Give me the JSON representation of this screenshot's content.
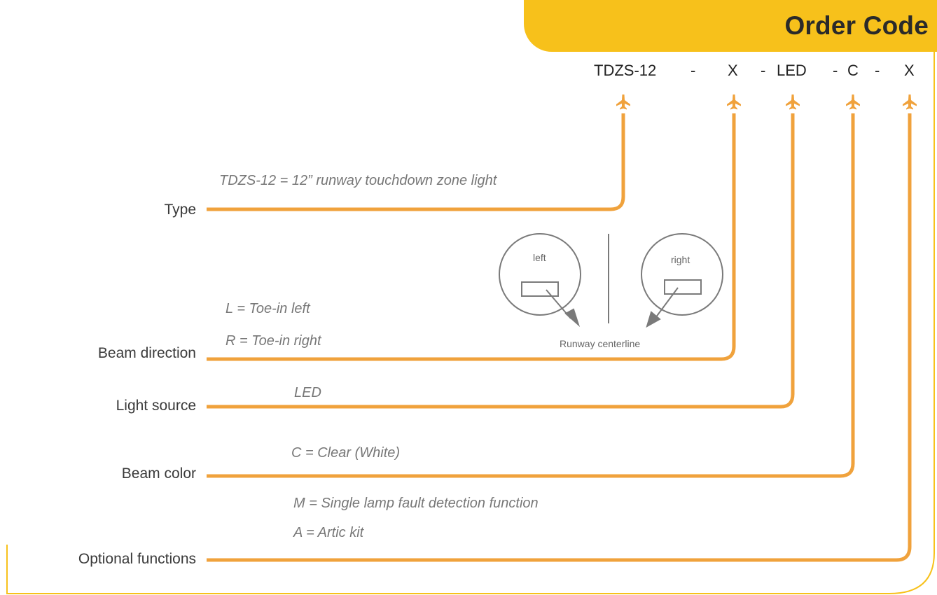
{
  "colors": {
    "accent": "#f0a23c",
    "header": "#f7c11b",
    "diagram_gray": "#7a7a7a"
  },
  "header": {
    "title": "Order Code"
  },
  "order_code": [
    {
      "text": "TDZS-12"
    },
    {
      "text": "-"
    },
    {
      "text": "X"
    },
    {
      "text": "-"
    },
    {
      "text": "LED"
    },
    {
      "text": "-"
    },
    {
      "text": "C"
    },
    {
      "text": "-"
    },
    {
      "text": "X"
    }
  ],
  "pointer_icon": "airplane-icon",
  "fields": [
    {
      "label": "Type",
      "descriptions": [
        "TDZS-12 = 12” runway touchdown zone light"
      ]
    },
    {
      "label": "Beam direction",
      "descriptions": [
        "L = Toe-in left",
        "R = Toe-in right"
      ]
    },
    {
      "label": "Light source",
      "descriptions": [
        "LED"
      ]
    },
    {
      "label": "Beam color",
      "descriptions": [
        "C = Clear (White)"
      ]
    },
    {
      "label": "Optional functions",
      "descriptions": [
        "M = Single lamp fault detection function",
        "A = Artic kit"
      ]
    }
  ],
  "beam_diagram": {
    "left_label": "left",
    "right_label": "right",
    "centerline_label": "Runway centerline"
  }
}
